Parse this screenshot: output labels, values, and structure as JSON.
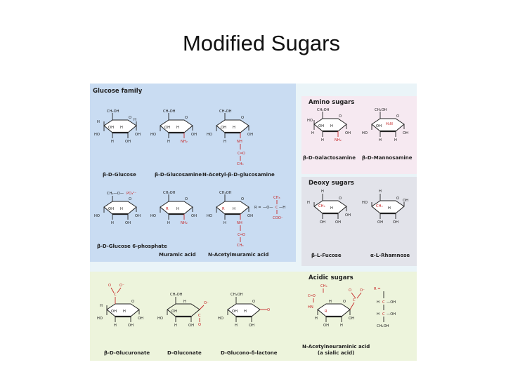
{
  "slide_title": "Modified Sugars",
  "colors": {
    "glucose_panel": "#c9dcf2",
    "amino_panel": "#f6e9f1",
    "deoxy_panel": "#e2e3ea",
    "acidic_panel": "#edf4dc",
    "modification_red": "#c62828"
  },
  "panels": {
    "glucose": {
      "title": "Glucose family",
      "captions": [
        "β-D-Glucose",
        "β-D-Glucosamine",
        "N-Acetyl-β-D-glucosamine",
        "β-D-Glucose 6-phosphate",
        "Muramic acid",
        "N-Acetylmuramic acid"
      ]
    },
    "amino": {
      "title": "Amino sugars",
      "captions": [
        "β-D-Galactosamine",
        "β-D-Mannosamine"
      ]
    },
    "deoxy": {
      "title": "Deoxy sugars",
      "captions": [
        "β-L-Fucose",
        "α-L-Rhamnose"
      ]
    },
    "acidic": {
      "title": "Acidic sugars",
      "captions": [
        "β-D-Glucuronate",
        "D-Gluconate",
        "D-Glucono-δ-lactone",
        "N-Acetylneuraminic acid",
        "(a sialic acid)"
      ]
    }
  },
  "labels": {
    "ch2oh": "CH₂OH",
    "oh": "OH",
    "h": "H",
    "ho": "HO",
    "o": "O",
    "nh2": "NH₂",
    "nh": "NH",
    "c_eq_o": "C═O",
    "ch3": "CH₃",
    "r_eq": "R =",
    "coo_minus": "COO⁻",
    "po3": "PO₃²⁻",
    "h2n": "H₂N",
    "hn": "HN",
    "o_minus": "O⁻",
    "c": "C",
    "r": "R",
    "dash_o": "—O—",
    "dash_h": "—H",
    "oh_right": "—OH",
    "ch2_o": "CH₂—O—"
  }
}
